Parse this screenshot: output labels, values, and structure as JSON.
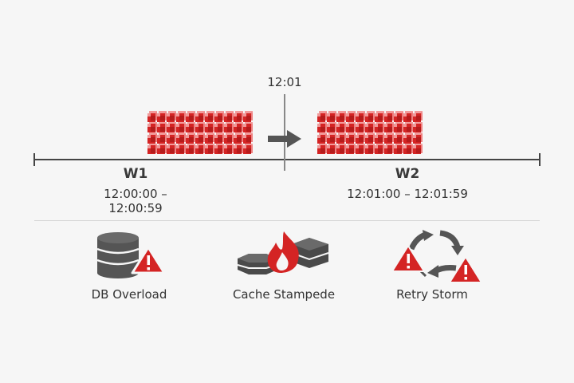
{
  "diagram": {
    "boundary_label": "12:01",
    "windows": [
      {
        "name": "W1",
        "range": "12:00:00 – 12:00:59"
      },
      {
        "name": "W2",
        "range": "12:01:00 – 12:01:59"
      }
    ],
    "request_blocks": {
      "columns": 11,
      "rows": 4,
      "color": "#d42424",
      "highlight": "#f29b9b"
    },
    "arrow_icon": "arrow-right-icon",
    "consequences": [
      {
        "label": "DB Overload",
        "icon": "database-warning-icon"
      },
      {
        "label": "Cache Stampede",
        "icon": "cache-fire-icon"
      },
      {
        "label": "Retry Storm",
        "icon": "retry-cycle-warning-icon"
      }
    ],
    "colors": {
      "background": "#f6f6f6",
      "line": "#444444",
      "icon_gray": "#555555",
      "alert_red": "#d42424"
    }
  }
}
